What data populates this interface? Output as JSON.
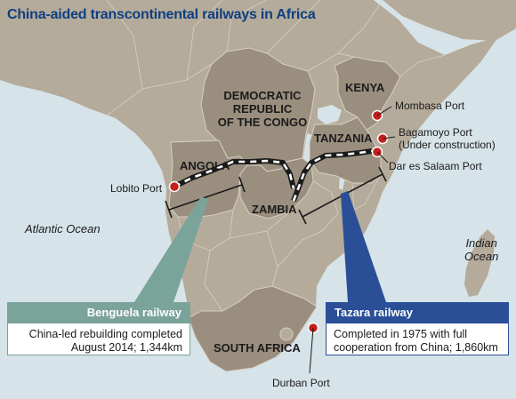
{
  "title": "China-aided transcontinental railways in Africa",
  "countries": {
    "drc": [
      "DEMOCRATIC",
      "REPUBLIC",
      "OF THE CONGO"
    ],
    "kenya": "KENYA",
    "tanzania": "TANZANIA",
    "angola": "ANGOLA",
    "zambia": "ZAMBIA",
    "south_africa": "SOUTH AFRICA"
  },
  "ports": {
    "mombasa": "Mombasa Port",
    "bagamoyo": [
      "Bagamoyo Port",
      "(Under construction)"
    ],
    "dar_es_salaam": "Dar es Salaam Port",
    "lobito": "Lobito Port",
    "durban": "Durban Port"
  },
  "oceans": {
    "atlantic": "Atlantic Ocean",
    "indian": [
      "Indian",
      "Ocean"
    ]
  },
  "railways": {
    "benguela": {
      "name": "Benguela railway",
      "lines": [
        "China-led rebuilding completed",
        "August 2014; 1,344km"
      ],
      "color": "#7aa39a"
    },
    "tazara": {
      "name": "Tazara railway",
      "lines": [
        "Completed in 1975 with full",
        "cooperation from China; 1,860km"
      ],
      "color": "#2a4f97"
    }
  },
  "colors": {
    "sea": "#d6e3e8",
    "land": "#b5ab9a",
    "highlight_countries": "#9a8e7e",
    "port_marker": "#c4201c",
    "title": "#0f3f80"
  }
}
